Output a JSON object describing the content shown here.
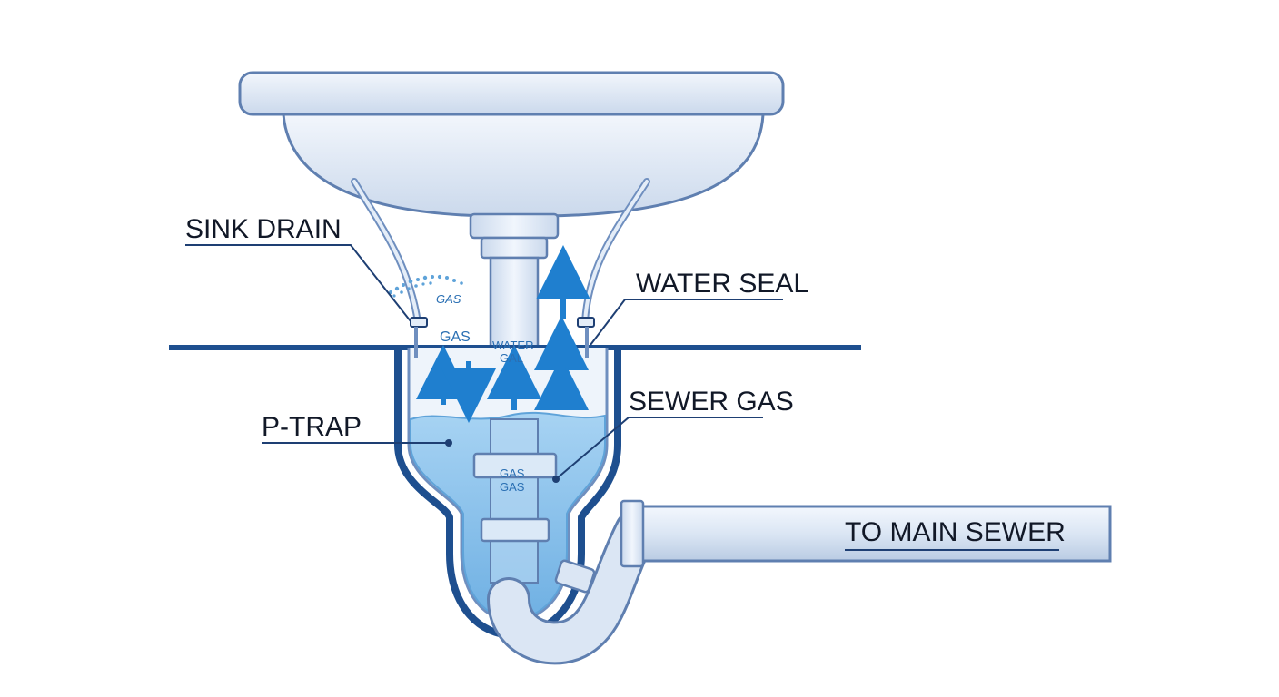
{
  "labels": {
    "sink_drain": "SINK DRAIN",
    "water_seal": "WATER SEAL",
    "p_trap": "P-TRAP",
    "sewer_gas": "SEWER GAS",
    "to_main_sewer": "TO MAIN SEWER"
  },
  "inline_text": {
    "gas_top": "GAS",
    "gas_left": "GAS",
    "water": "WATER",
    "gal": "GAL",
    "gas_mid_1": "GAS",
    "gas_mid_2": "GAS"
  },
  "colors": {
    "pipe_fill": "#dde7f4",
    "pipe_outline": "#5f7fb0",
    "floor_line": "#1e4f8f",
    "water": "#8ec3ec",
    "arrow": "#1f7fcf",
    "leader": "#1e3f73"
  }
}
